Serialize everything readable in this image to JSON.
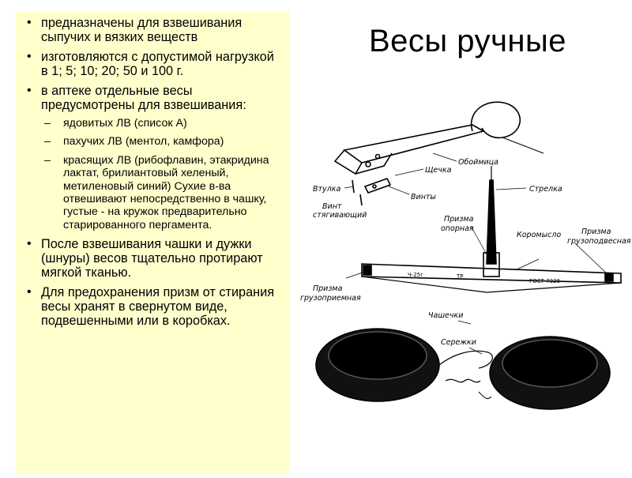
{
  "slide": {
    "title": "Весы ручные",
    "bullets": [
      {
        "text": "предназначены для взвешивания сыпучих и вязких веществ"
      },
      {
        "text": "изготовляются с  допустимой нагрузкой в 1; 5; 10; 20; 50 и 100 г."
      },
      {
        "text": "в аптеке отдельные весы предусмотрены для взвешивания:",
        "sub": [
          "ядовитых ЛВ (список А)",
          "пахучих ЛВ (ментол, камфора)",
          "красящих ЛВ (рибофлавин, этакридина лактат, брилиантовый хеленый, метиленовый синий) Сухие в-ва отвешивают непосредственно в чашку, густые - на кружок предварительно старированного пергамента."
        ]
      },
      {
        "text": "После взвешивания чашки и дужки (шнуры) весов тщательно протирают мягкой тканью."
      },
      {
        "text": "Для предохранения призм от стирания весы хранят в свернутом виде, подвешенными или в коробках."
      }
    ]
  },
  "figure": {
    "labels": {
      "oboimica": "Обоймица",
      "shchechka": "Щечка",
      "vtulka": "Втулка",
      "vinty": "Винты",
      "vint1": "Винт",
      "vint2": "стягивающий",
      "strelka": "Стрелка",
      "prizma_opornaya1": "Призма",
      "prizma_opornaya2": "опорная",
      "koromyslo": "Коромысло",
      "prizma_gruzopod1": "Призма",
      "prizma_gruzopod2": "грузоподвесная",
      "prizma_gruzopr1": "Призма",
      "prizma_gruzopr2": "грузоприемная",
      "chashechki": "Чашечки",
      "serezhki": "Сережки",
      "marking_left": "Ч-25г",
      "marking_mid": "ТР",
      "marking_right": "ГОСТ  7328"
    }
  }
}
